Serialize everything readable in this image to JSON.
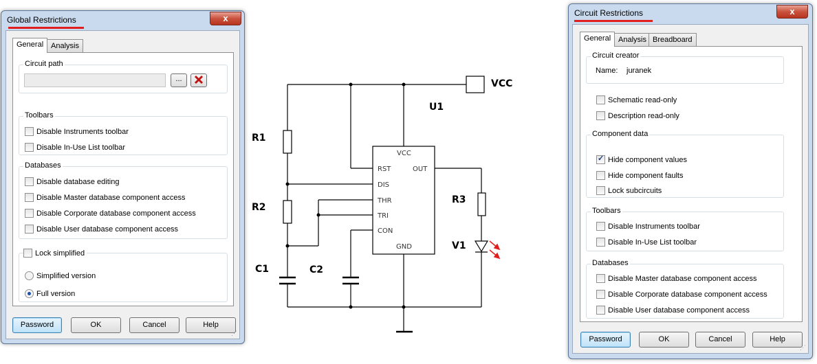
{
  "global_dialog": {
    "title": "Global Restrictions",
    "tabs": [
      "General",
      "Analysis"
    ],
    "circuit_path": {
      "label": "Circuit path",
      "value": "",
      "browse_label": "...",
      "clear_icon": "red-x-icon"
    },
    "toolbars": {
      "label": "Toolbars",
      "items": [
        {
          "label": "Disable Instruments toolbar",
          "checked": false
        },
        {
          "label": "Disable In-Use List toolbar",
          "checked": false
        }
      ]
    },
    "databases": {
      "label": "Databases",
      "items": [
        {
          "label": "Disable database editing",
          "checked": false
        },
        {
          "label": "Disable Master database component access",
          "checked": false
        },
        {
          "label": "Disable Corporate database component access",
          "checked": false
        },
        {
          "label": "Disable User database component access",
          "checked": false
        }
      ]
    },
    "lock": {
      "label": "Lock simplified",
      "checked": false,
      "options": [
        {
          "label": "Simplified version",
          "selected": false
        },
        {
          "label": "Full version",
          "selected": true
        }
      ]
    },
    "buttons": {
      "password": "Password",
      "ok": "OK",
      "cancel": "Cancel",
      "help": "Help"
    }
  },
  "circuit_dialog": {
    "title": "Circuit Restrictions",
    "tabs": [
      "General",
      "Analysis",
      "Breadboard"
    ],
    "creator": {
      "label": "Circuit creator",
      "name_label": "Name:",
      "name_value": "juranek"
    },
    "readonly": [
      {
        "label": "Schematic read-only",
        "checked": false
      },
      {
        "label": "Description read-only",
        "checked": false
      }
    ],
    "component_data": {
      "label": "Component data",
      "items": [
        {
          "label": "Hide component values",
          "checked": true
        },
        {
          "label": "Hide component faults",
          "checked": false
        },
        {
          "label": "Lock subcircuits",
          "checked": false
        }
      ]
    },
    "toolbars": {
      "label": "Toolbars",
      "items": [
        {
          "label": "Disable Instruments toolbar",
          "checked": false
        },
        {
          "label": "Disable In-Use List toolbar",
          "checked": false
        }
      ]
    },
    "databases": {
      "label": "Databases",
      "items": [
        {
          "label": "Disable Master database component access",
          "checked": false
        },
        {
          "label": "Disable Corporate database component access",
          "checked": false
        },
        {
          "label": "Disable User database component access",
          "checked": false
        }
      ]
    },
    "buttons": {
      "password": "Password",
      "ok": "OK",
      "cancel": "Cancel",
      "help": "Help"
    }
  },
  "schematic": {
    "vcc_label": "VCC",
    "chip_label": "U1",
    "chip_pins": {
      "vcc": "VCC",
      "rst": "RST",
      "out": "OUT",
      "dis": "DIS",
      "thr": "THR",
      "tri": "TRI",
      "con": "CON",
      "gnd": "GND"
    },
    "components": {
      "r1": "R1",
      "r2": "R2",
      "r3": "R3",
      "c1": "C1",
      "c2": "C2",
      "v1": "V1"
    }
  },
  "colors": {
    "close_button": "#c9523d",
    "title_underline": "#e11d1d",
    "led_arrow": "#e11d1d"
  },
  "close_glyph": "x"
}
